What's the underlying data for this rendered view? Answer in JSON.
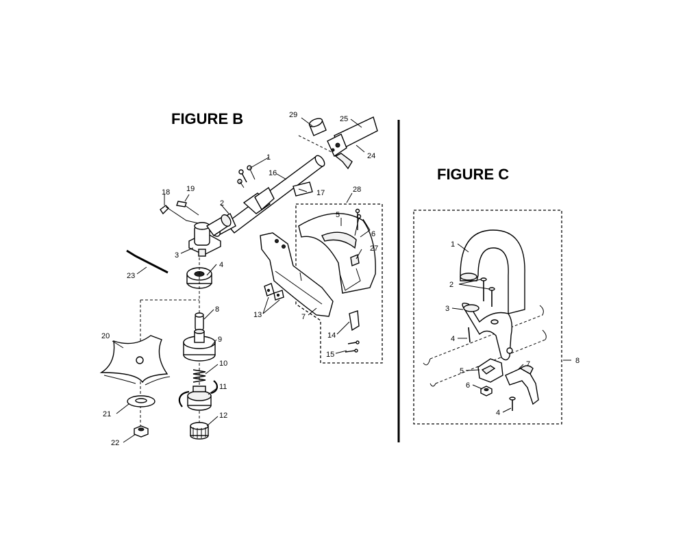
{
  "figures": {
    "b": {
      "title": "FIGURE B",
      "callouts": {
        "c1": "1",
        "c2": "2",
        "c3": "3",
        "c4": "4",
        "c5": "5",
        "c6": "6",
        "c7": "7",
        "c8": "8",
        "c9": "9",
        "c10": "10",
        "c11": "11",
        "c12": "12",
        "c13": "13",
        "c14": "14",
        "c15": "15",
        "c16": "16",
        "c17": "17",
        "c18": "18",
        "c19": "19",
        "c20": "20",
        "c21": "21",
        "c22": "22",
        "c23": "23",
        "c24": "24",
        "c25": "25",
        "c27": "27",
        "c28": "28",
        "c29": "29"
      }
    },
    "c": {
      "title": "FIGURE C",
      "callouts": {
        "c1": "1",
        "c2": "2",
        "c3": "3",
        "c4a": "4",
        "c4b": "4",
        "c5": "5",
        "c6": "6",
        "c7": "7",
        "c8": "8"
      }
    }
  }
}
